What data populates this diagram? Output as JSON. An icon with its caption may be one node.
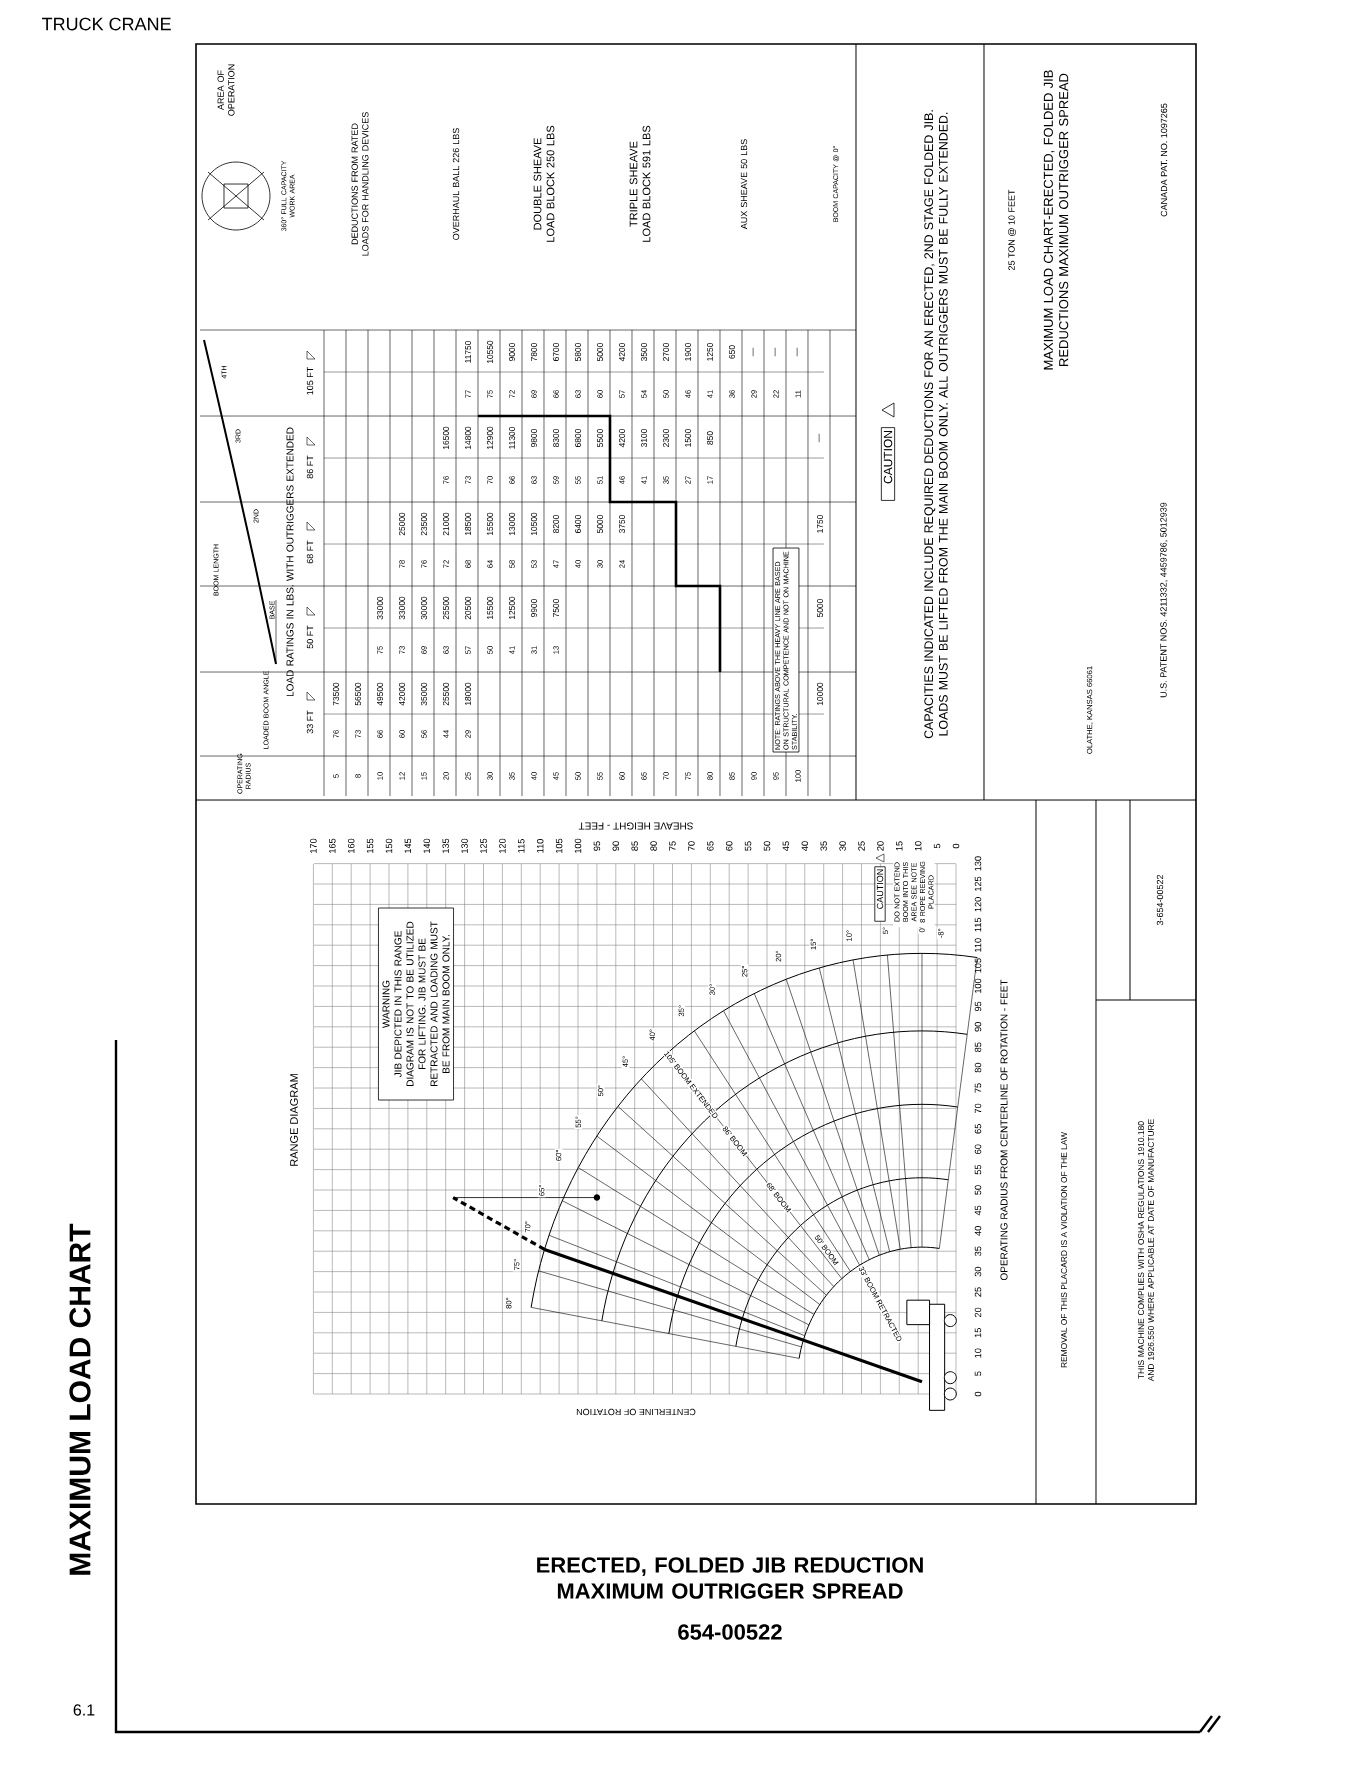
{
  "diagram": {
    "title": "ERECTED, FOLDED JIB REDUCTION MAXIMUM OUTRIGGER SPREAD",
    "caption": "654-00522",
    "nodes": [
      {
        "text": [
          "CAUTION"
        ],
        "beside": [
          "CAPACITIES INDICATED INCLUDE REQUIRED DEDUCTIONS FOR AN ERECTED, 2ND STAGE FOLDED JIB. LOADS MUST BE LIFTED FROM THE MAIN BOOM ONLY. ALL OUTRIGGERS MUST BE FULLY EXTENDED."
        ]
      },
      {
        "text": [
          "NOTE: RATINGS ABOVE THE HEAVY LINE ARE BASED ON STRUCTURAL COMPETENCE AND NOT ON MACHINE STABILITY."
        ]
      },
      {
        "text": [
          "WARNING",
          "JIB DEPICTED IN THIS RANGE DIAGRAM IS NOT TO BE UTILIZED FOR LIFTING. JIB MUST BE RETRACTED AND LOADING MUST BE FROM MAIN BOOM ONLY."
        ]
      },
      {
        "text": [
          "CAUTION"
        ],
        "beside": [
          "DO NOT EXTEND BOOM INTO THIS AREA SEE NOTE 8 ROPE REEVING PLACARD"
        ]
      }
    ],
    "labels": [
      "TRUCK CRANE",
      "MAXIMUM LOAD CHART",
      "6.1",
      "AREA OF OPERATION",
      "360° FULL CAPACITY WORK AREA",
      "LOAD RATINGS IN LBS. WITH OUTRIGGERS EXTENDED",
      "LOADED BOOM ANGLE",
      "BOOM LENGTH",
      "BASE",
      "2ND",
      "3RD",
      "4TH",
      "OPERATING RADIUS",
      "33 FT",
      "50 FT",
      "68 FT",
      "86 FT",
      "105 FT",
      "DEDUCTIONS FROM RATED LOADS FOR HANDLING DEVICES",
      "OVERHAUL BALL 226 LBS",
      "DOUBLE SHEAVE LOAD BLOCK 250 LBS",
      "TRIPLE SHEAVE LOAD BLOCK 591 LBS",
      "AUX SHEAVE 50 LBS",
      "BOOM CAPACITY @ 0°",
      "5",
      "76",
      "73500",
      "8",
      "73",
      "56500",
      "10",
      "66",
      "49500",
      "75",
      "33000",
      "12",
      "60",
      "42000",
      "73",
      "33000",
      "78",
      "25000",
      "15",
      "56",
      "35000",
      "69",
      "30000",
      "76",
      "23500",
      "20",
      "44",
      "25500",
      "63",
      "25500",
      "72",
      "21000",
      "76",
      "16500",
      "25",
      "29",
      "18000",
      "57",
      "20500",
      "68",
      "18500",
      "73",
      "14800",
      "77",
      "11750",
      "30",
      "50",
      "15500",
      "64",
      "15500",
      "70",
      "12900",
      "75",
      "10550",
      "35",
      "41",
      "12500",
      "58",
      "13000",
      "66",
      "11300",
      "72",
      "9000",
      "40",
      "31",
      "9900",
      "53",
      "10500",
      "63",
      "9800",
      "69",
      "7800",
      "45",
      "13",
      "7500",
      "47",
      "8200",
      "59",
      "8300",
      "66",
      "6700",
      "50",
      "40",
      "6400",
      "55",
      "6800",
      "63",
      "5800",
      "55",
      "30",
      "5000",
      "51",
      "5500",
      "60",
      "5000",
      "60",
      "24",
      "3750",
      "46",
      "4200",
      "57",
      "4200",
      "65",
      "41",
      "3100",
      "54",
      "3500",
      "70",
      "35",
      "2300",
      "50",
      "2700",
      "75",
      "27",
      "1500",
      "46",
      "1900",
      "80",
      "17",
      "850",
      "41",
      "1250",
      "85",
      "36",
      "650",
      "90",
      "29",
      "—",
      "95",
      "22",
      "—",
      "100",
      "11",
      "—",
      "10000",
      "5000",
      "1750",
      "—",
      "25 TON @ 10 FEET",
      "MAXIMUM LOAD CHART-ERECTED, FOLDED JIB REDUCTIONS MAXIMUM OUTRIGGER SPREAD",
      "OLATHE, KANSAS 66061",
      "U.S. PATENT NOS. 4211332, 4459786, 5012939",
      "CANADA PAT. NO. 1097265",
      "RANGE DIAGRAM",
      "SHEAVE HEIGHT - FEET",
      "OPERATING RADIUS FROM CENTERLINE OF ROTATION - FEET",
      "CENTERLINE OF ROTATION",
      "33' BOOM RETRACTED",
      "50' BOOM",
      "68' BOOM",
      "86' BOOM",
      "105' BOOM EXTENDED",
      "80°",
      "75°",
      "70°",
      "65°",
      "60°",
      "55°",
      "50°",
      "45°",
      "40°",
      "35°",
      "30°",
      "25°",
      "20°",
      "15°",
      "10°",
      "5°",
      "0°",
      "-8°",
      "0",
      "5",
      "10",
      "15",
      "20",
      "25",
      "30",
      "35",
      "40",
      "45",
      "50",
      "55",
      "60",
      "65",
      "70",
      "75",
      "80",
      "85",
      "90",
      "95",
      "100",
      "105",
      "110",
      "115",
      "120",
      "125",
      "130",
      "135",
      "140",
      "145",
      "150",
      "155",
      "160",
      "165",
      "170",
      "0",
      "5",
      "10",
      "15",
      "20",
      "25",
      "30",
      "35",
      "40",
      "45",
      "50",
      "55",
      "60",
      "65",
      "70",
      "75",
      "80",
      "85",
      "90",
      "95",
      "100",
      "105",
      "110",
      "115",
      "120",
      "125",
      "130",
      "REMOVAL OF THIS PLACARD IS A VIOLATION OF THE LAW",
      "THIS MACHINE COMPLIES WITH OSHA REGULATIONS 1910.180 AND 1926.550 WHERE APPLICABLE AT DATE OF MANUFACTURE",
      "3-654-00522"
    ]
  }
}
